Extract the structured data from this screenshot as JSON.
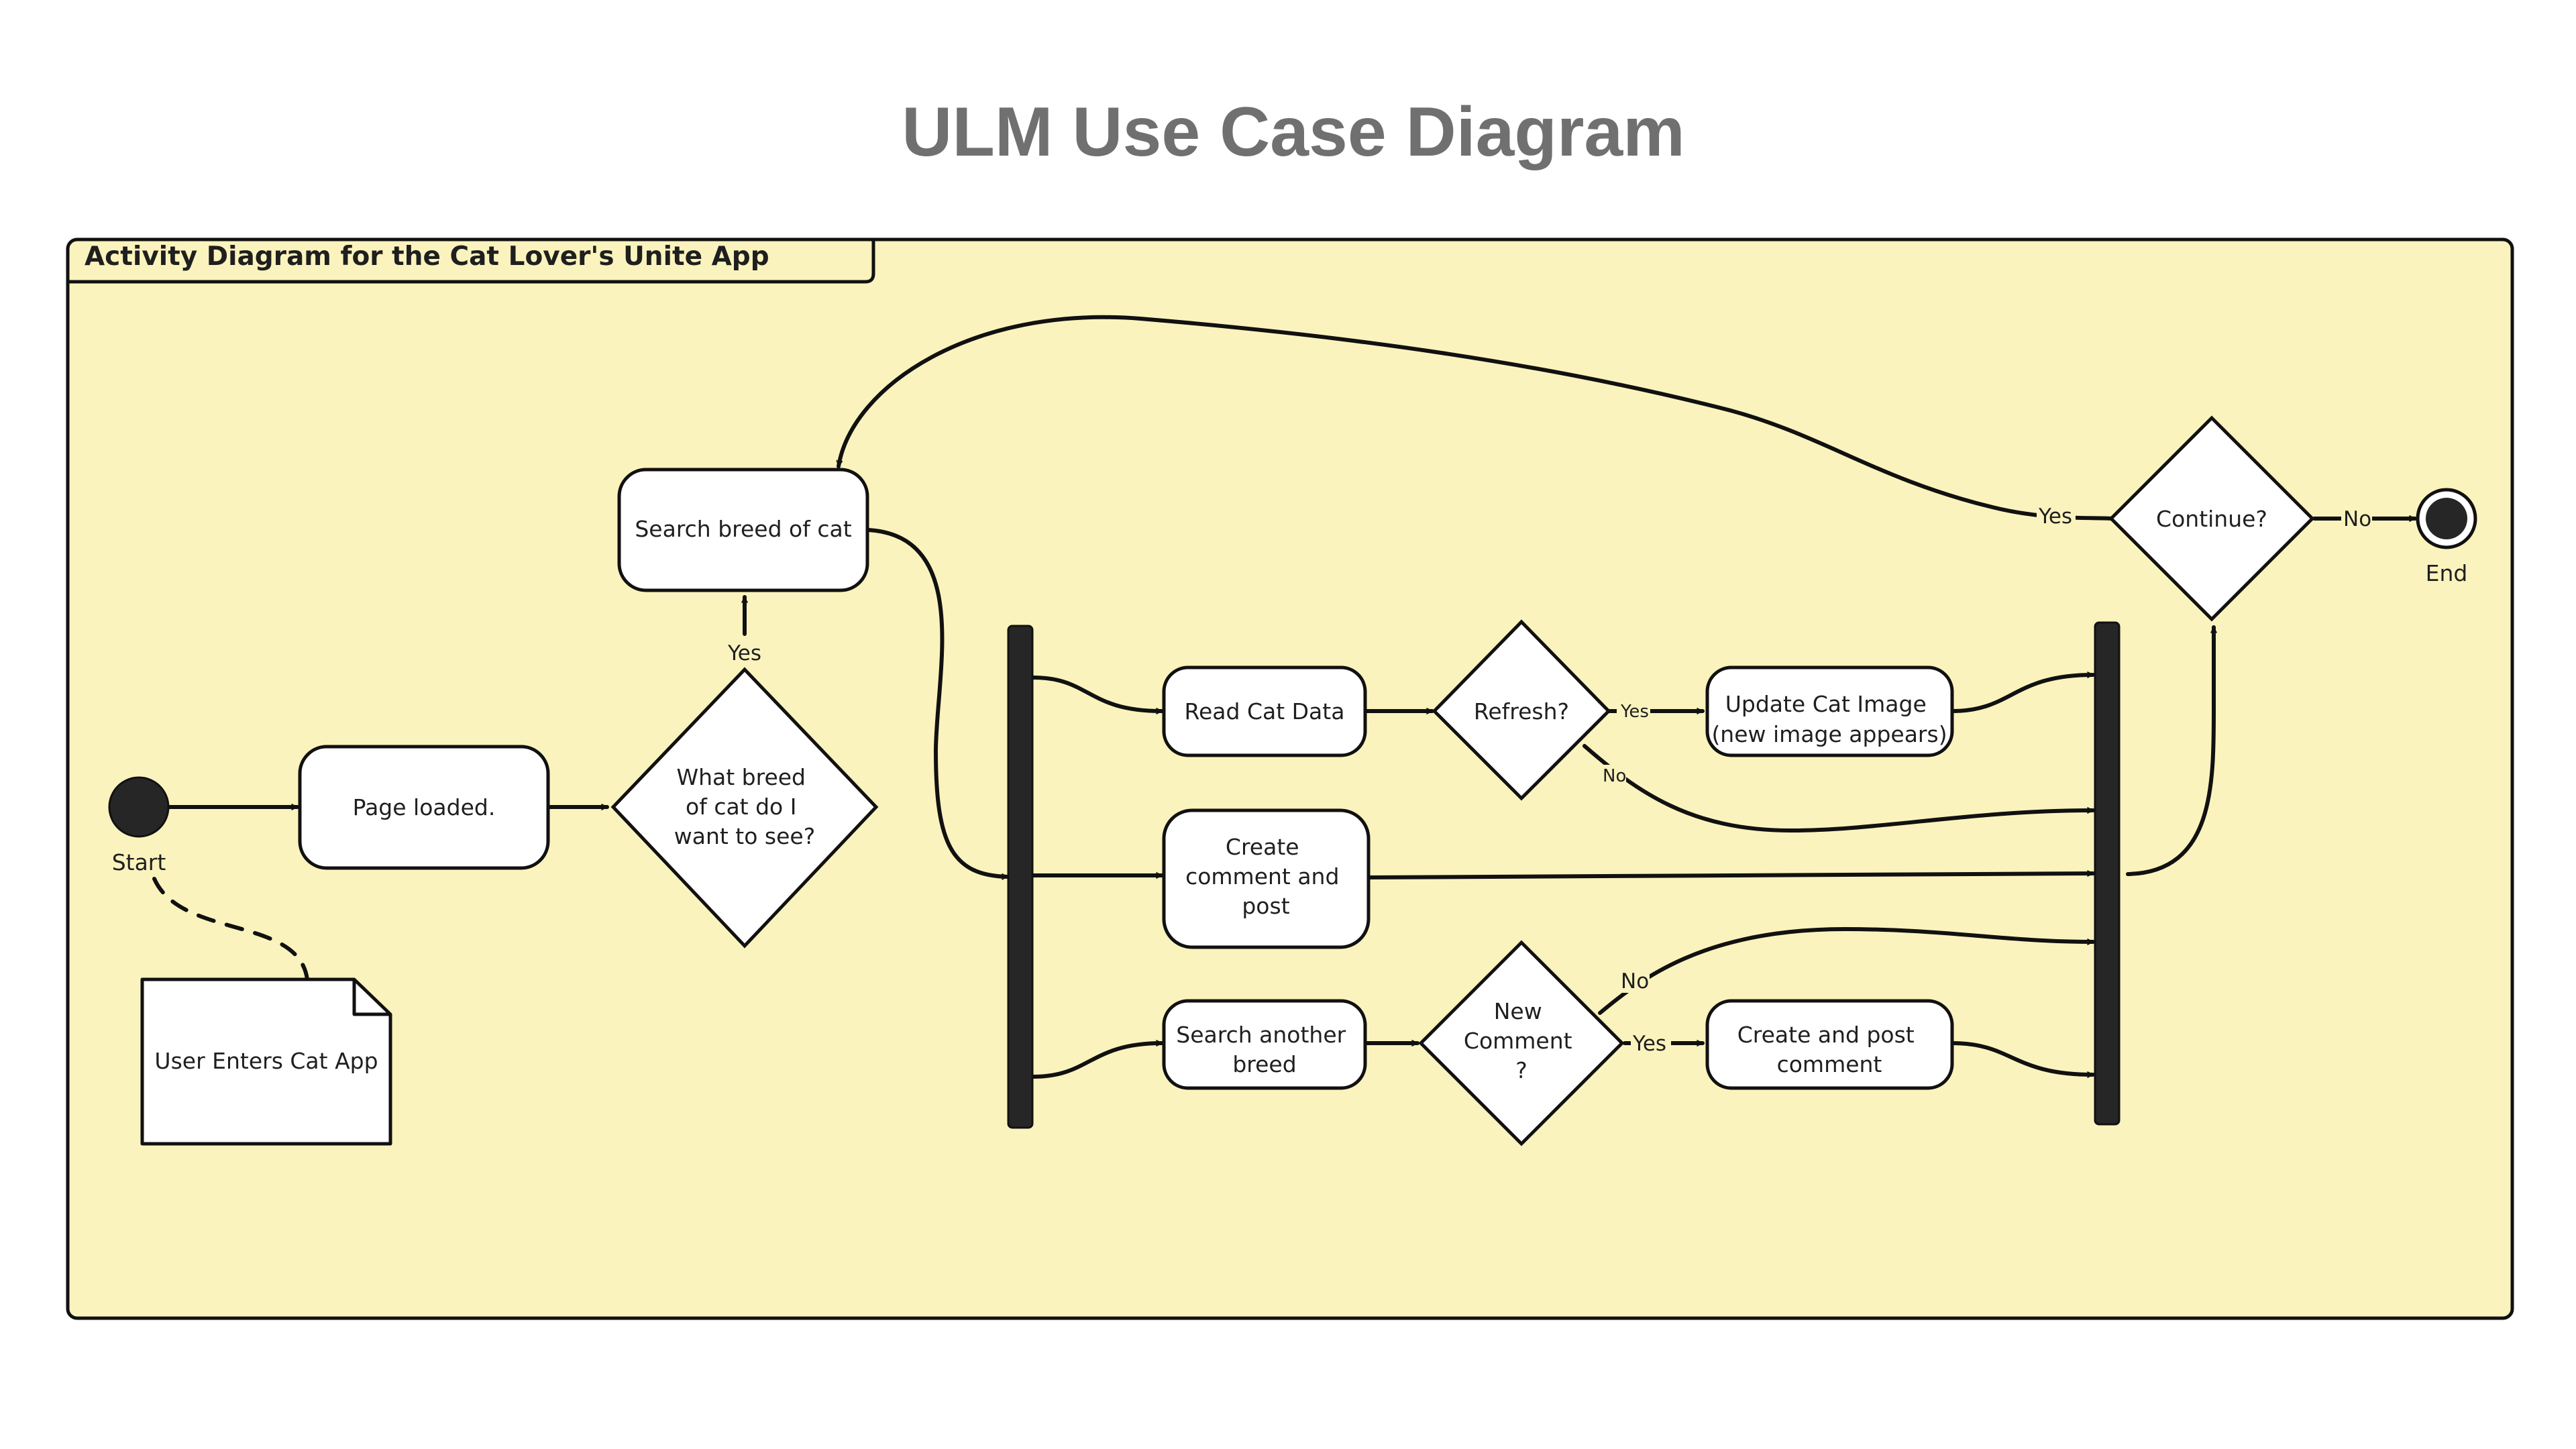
{
  "title": "ULM Use Case Diagram",
  "frame": {
    "label": "Activity Diagram for the Cat Lover's Unite App"
  },
  "colors": {
    "frame_fill": "#fbf3bd",
    "title": "#707070",
    "ink": "#111111",
    "node_fill": "#ffffff"
  },
  "nodes": {
    "start": "Start",
    "page_loaded": "Page loaded.",
    "what_breed": "What breed of cat do I want to see?",
    "search_breed": "Search breed of cat",
    "read_cat_data": "Read Cat Data",
    "refresh": "Refresh?",
    "update_image": "Update Cat Image (new image appears)",
    "create_comment": "Create comment and post",
    "search_another": "Search another breed",
    "new_comment": "New Comment ?",
    "create_post_comment": "Create and post comment",
    "continue": "Continue?",
    "end": "End",
    "note": "User Enters Cat App"
  },
  "edge_labels": {
    "what_breed_yes": "Yes",
    "refresh_yes": "Yes",
    "refresh_no": "No",
    "new_comment_no": "No",
    "new_comment_yes": "Yes",
    "continue_yes": "Yes",
    "continue_no": "No"
  }
}
